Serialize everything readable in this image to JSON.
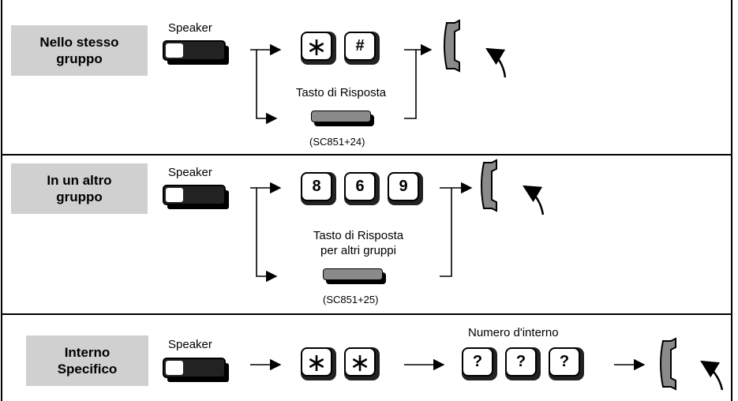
{
  "sections": [
    {
      "label_line1": "Nello stesso",
      "label_line2": "gruppo",
      "speaker": "Speaker",
      "keys": [
        "∗",
        "#"
      ],
      "alt_caption_line1": "Tasto di Risposta",
      "alt_code": "(SC851+24)"
    },
    {
      "label_line1": "In un altro",
      "label_line2": "gruppo",
      "speaker": "Speaker",
      "keys": [
        "8",
        "6",
        "9"
      ],
      "alt_caption_line1": "Tasto di Risposta",
      "alt_caption_line2": "per altri gruppi",
      "alt_code": "(SC851+25)"
    },
    {
      "label_line1": "Interno",
      "label_line2": "Specifico",
      "speaker": "Speaker",
      "keys": [
        "∗",
        "∗"
      ],
      "ext_caption": "Numero d'interno",
      "ext_keys": [
        "?",
        "?",
        "?"
      ]
    }
  ],
  "colors": {
    "label_bg": "#d0d0d0",
    "handset": "#8a8a8a",
    "key_shadow": "#222222"
  }
}
